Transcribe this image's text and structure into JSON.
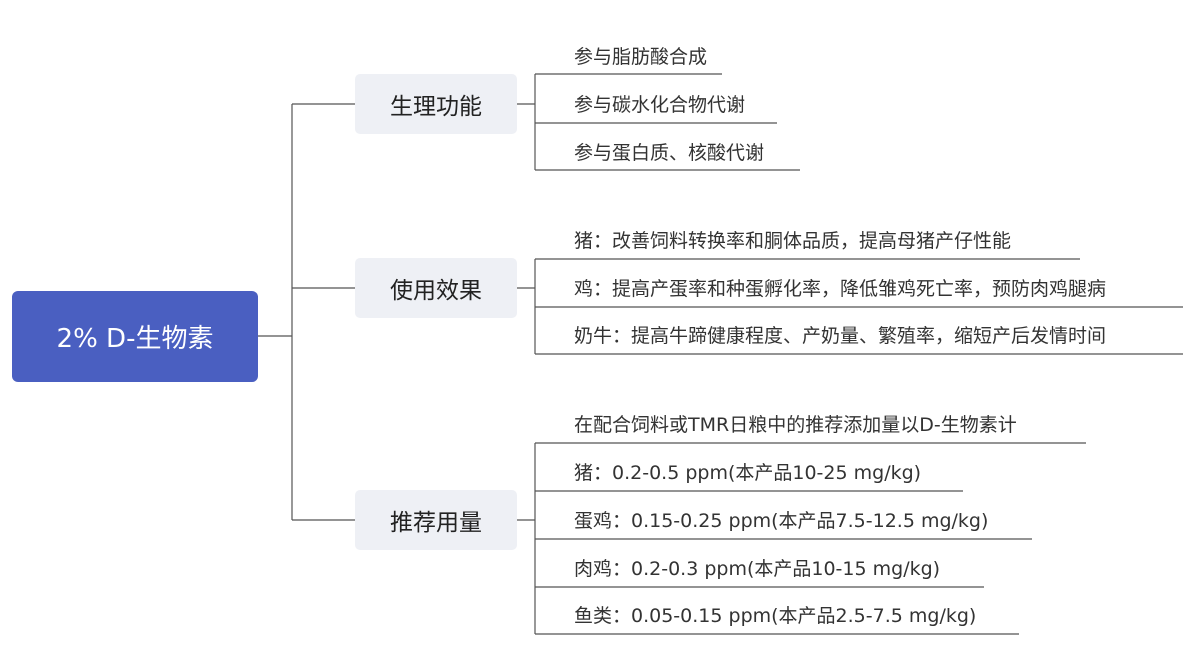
{
  "root": {
    "label": "2% D-生物素"
  },
  "branches": [
    {
      "label": "生理功能",
      "leaves": [
        "参与脂肪酸合成",
        "参与碳水化合物代谢",
        "参与蛋白质、核酸代谢"
      ]
    },
    {
      "label": "使用效果",
      "leaves": [
        "猪：改善饲料转换率和胴体品质，提高母猪产仔性能",
        "鸡：提高产蛋率和种蛋孵化率，降低雏鸡死亡率，预防肉鸡腿病",
        "奶牛：提高牛蹄健康程度、产奶量、繁殖率，缩短产后发情时间"
      ]
    },
    {
      "label": "推荐用量",
      "leaves": [
        "在配合饲料或TMR日粮中的推荐添加量以D-生物素计",
        "猪：0.2-0.5 ppm(本产品10-25 mg/kg)",
        "蛋鸡：0.15-0.25 ppm(本产品7.5-12.5 mg/kg)",
        "肉鸡：0.2-0.3 ppm(本产品10-15 mg/kg)",
        "鱼类：0.05-0.15 ppm(本产品2.5-7.5 mg/kg)"
      ]
    }
  ]
}
